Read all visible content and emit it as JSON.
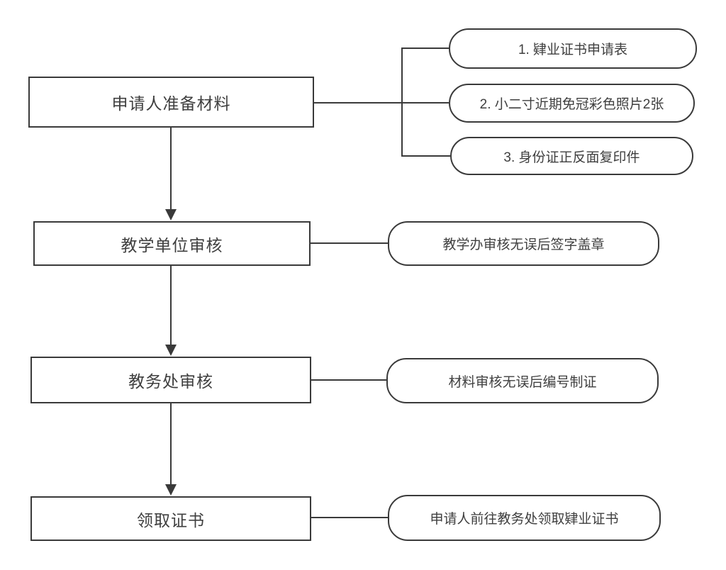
{
  "flowchart": {
    "stroke_color": "#3a3a3a",
    "text_color": "#3f3f3f",
    "background_color": "#ffffff",
    "steps": [
      {
        "label": "申请人准备材料",
        "callouts": [
          "1. 肄业证书申请表",
          "2. 小二寸近期免冠彩色照片2张",
          "3. 身份证正反面复印件"
        ]
      },
      {
        "label": "教学单位审核",
        "callouts": [
          "教学办审核无误后签字盖章"
        ]
      },
      {
        "label": "教务处审核",
        "callouts": [
          "材料审核无误后编号制证"
        ]
      },
      {
        "label": "领取证书",
        "callouts": [
          "申请人前往教务处领取肄业证书"
        ]
      }
    ]
  }
}
